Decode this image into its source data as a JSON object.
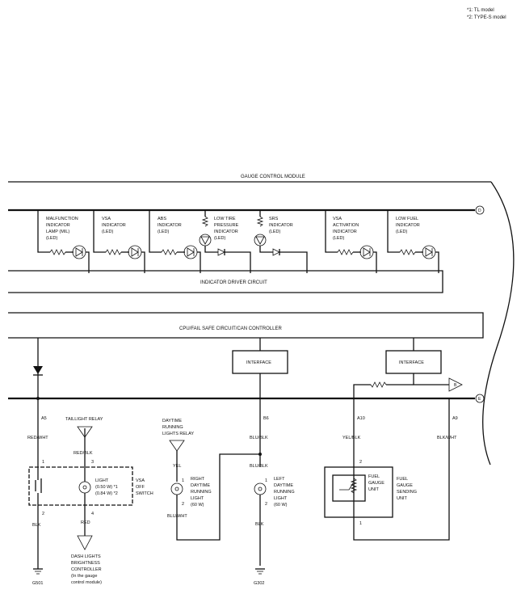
{
  "notes": {
    "n1": "*1: TL model",
    "n2": "*2: TYPE-S model"
  },
  "module": {
    "title": "GAUGE CONTROL MODULE",
    "connector_d": "D",
    "connector_e": "E",
    "connector_b": "B",
    "indicator_driver_label": "INDICATOR DRIVER CIRCUIT",
    "cpu_label": "CPU/FAIL SAFE CIRCUIT/CAN CONTROLLER",
    "interface_1": "INTERFACE",
    "interface_2": "INTERFACE"
  },
  "indicators": [
    {
      "lines": [
        "MALFUNCTION",
        "INDICATOR",
        "LAMP (MIL)",
        "(LED)"
      ]
    },
    {
      "lines": [
        "VSA",
        "INDICATOR",
        "(LED)"
      ]
    },
    {
      "lines": [
        "ABS",
        "INDICATOR",
        "(LED)"
      ]
    },
    {
      "lines": [
        "LOW TIRE",
        "PRESSURE",
        "INDICATOR",
        "(LED)"
      ]
    },
    {
      "lines": [
        "SRS",
        "INDICATOR",
        "(LED)"
      ]
    },
    {
      "lines": [
        "VSA",
        "ACTIVATION",
        "INDICATOR",
        "(LED)"
      ]
    },
    {
      "lines": [
        "LOW FUEL",
        "INDICATOR",
        "(LED)"
      ]
    }
  ],
  "pins": {
    "a5": "A5",
    "b6": "B6",
    "a10": "A10",
    "a9": "A9"
  },
  "wires": {
    "red_wht": "RED/WHT",
    "red_blk": "RED/BLK",
    "blk_1": "BLK",
    "red": "RED",
    "yel": "YEL",
    "blu_wht": "BLU/WHT",
    "blu_blk_1": "BLU/BLK",
    "blu_blk_2": "BLU/BLK",
    "blk_2": "BLK",
    "yel_blk": "YEL/BLK",
    "blk_wht": "BLK/WHT"
  },
  "vsa_switch": {
    "pin1": "1",
    "pin2": "2",
    "pin3": "3",
    "pin4": "4",
    "light_lines": [
      "LIGHT",
      "(0.50 W) *1",
      "(0.84 W) *2"
    ],
    "name_lines": [
      "VSA",
      "OFF",
      "SWITCH"
    ]
  },
  "taillight_relay": "TAILLIGHT RELAY",
  "dash_controller_lines": [
    "DASH LIGHTS",
    "BRIGHTNESS",
    "CONTROLLER",
    "(In the gauge",
    "control module)"
  ],
  "drl_relay_lines": [
    "DAYTIME",
    "RUNNING",
    "LIGHTS RELAY"
  ],
  "right_drl": {
    "pin1": "1",
    "pin2": "2",
    "lines": [
      "RIGHT",
      "DAYTIME",
      "RUNNING",
      "LIGHT",
      "(60 W)"
    ]
  },
  "left_drl": {
    "pin1": "1",
    "pin2": "2",
    "lines": [
      "LEFT",
      "DAYTIME",
      "RUNNING",
      "LIGHT",
      "(60 W)"
    ]
  },
  "fuel_unit": {
    "pin2": "2",
    "pin1": "1",
    "gauge_lines": [
      "FUEL",
      "GAUGE",
      "UNIT"
    ],
    "sending_lines": [
      "FUEL",
      "GAUGE",
      "SENDING",
      "UNIT"
    ]
  },
  "grounds": {
    "g501": "G501",
    "g302": "G302"
  }
}
